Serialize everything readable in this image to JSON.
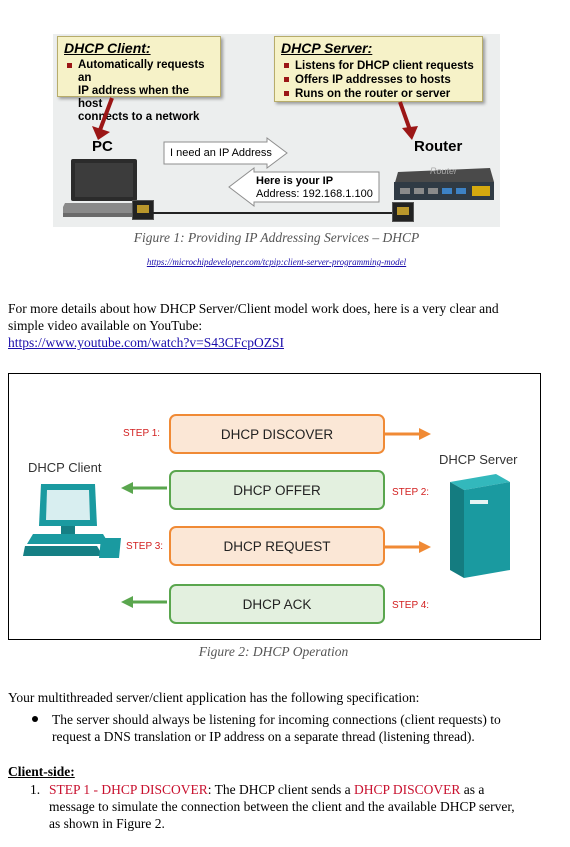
{
  "figure1": {
    "client_callout": {
      "title": "DHCP Client:",
      "items": [
        "Automatically requests an",
        "IP address when the host",
        "connects to a network"
      ]
    },
    "server_callout": {
      "title": "DHCP Server:",
      "items": [
        "Listens for DHCP client requests",
        "Offers IP addresses to hosts",
        "Runs on the router or server"
      ]
    },
    "pc_label": "PC",
    "router_label": "Router",
    "router_device_text": "Router",
    "request_text": "I need an IP Address",
    "reply_bold": "Here is your IP",
    "reply_text": "Address: 192.168.1.100",
    "caption": "Figure 1: Providing IP Addressing Services – DHCP",
    "source_url": "https://microchipdeveloper.com/tcpip:client-server-programming-model"
  },
  "intro": {
    "line1": "For more details about how DHCP Server/Client model work does, here is a very clear and",
    "line2": "simple video available on YouTube:",
    "video_url": "https://www.youtube.com/watch?v=S43CFcpOZSI"
  },
  "figure2": {
    "client_label": "DHCP Client",
    "server_label": "DHCP Server",
    "steps": [
      {
        "label": "STEP 1:",
        "message": "DHCP DISCOVER"
      },
      {
        "label": "STEP 2:",
        "message": "DHCP OFFER"
      },
      {
        "label": "STEP 3:",
        "message": "DHCP REQUEST"
      },
      {
        "label": "STEP 4:",
        "message": "DHCP ACK"
      }
    ],
    "caption": "Figure 2: DHCP Operation",
    "colors": {
      "orange": "#f08a35",
      "green": "#5aa64e",
      "step_label": "#d21f1f",
      "server": "#1a9aa0"
    }
  },
  "spec": {
    "intro": "Your multithreaded server/client application has the following specification:",
    "bullet_line1": "The server should always be listening for incoming connections (client requests) to",
    "bullet_line2": "request a DNS translation or IP address on a separate thread (listening thread)."
  },
  "client_side": {
    "heading": "Client-side:",
    "item_number": "1.",
    "step_label": "STEP 1 - DHCP DISCOVER",
    "text_a": ": The DHCP client sends a ",
    "inline_red": "DHCP DISCOVER",
    "text_b": " as a",
    "line2": "message to simulate the connection between the client and the available DHCP server,",
    "line3": "as shown in Figure 2."
  }
}
